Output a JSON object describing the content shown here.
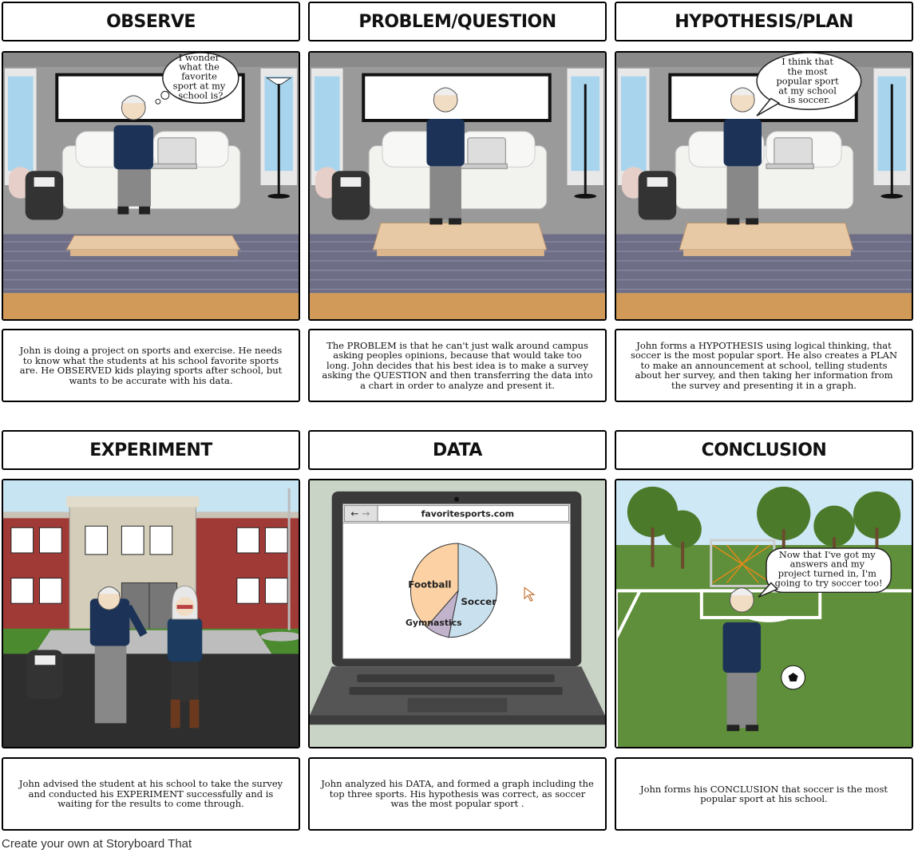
{
  "panels": [
    {
      "title": "OBSERVE",
      "caption": "John is doing a project on sports and exercise. He needs to know what the students at his school favorite sports are. He OBSERVED kids playing sports after school, but wants to be accurate with his data.",
      "speech": [
        "I wonder",
        "what the",
        "favorite",
        "sport at my",
        "school is?"
      ]
    },
    {
      "title": "PROBLEM/QUESTION",
      "caption": "The PROBLEM is that he can't just walk around campus asking peoples opinions, because that would take too long. John decides that his best idea is to make a survey asking the QUESTION and then transferring the data into a chart in order to analyze and present it."
    },
    {
      "title": "HYPOTHESIS/PLAN",
      "caption": "John forms a HYPOTHESIS using logical thinking, that soccer is the most popular sport. He also creates a PLAN to make an announcement at school, telling students about her survey, and then taking her information from the survey and presenting it in a graph.",
      "speech": [
        "I think that",
        "the most",
        "popular sport",
        "at my school",
        "is soccer."
      ]
    },
    {
      "title": "EXPERIMENT",
      "caption": "John advised the student at his school to take the survey and conducted his EXPERIMENT successfully and is waiting for the results to come through."
    },
    {
      "title": "DATA",
      "caption": "John analyzed his DATA, and formed a graph including the top three sports. His hypothesis was correct, as soccer was the most popular sport .",
      "url": "favoritesports.com",
      "pie_labels": [
        "Football",
        "Soccer",
        "Gymnastics"
      ]
    },
    {
      "title": "CONCLUSION",
      "caption": "John forms his CONCLUSION that soccer is the most popular sport at his school.",
      "speech": [
        "Now that I've got my",
        "answers and my",
        "project turned in, I'm",
        "going to try soccer too!"
      ]
    }
  ],
  "footer": "Create your own at Storyboard That"
}
